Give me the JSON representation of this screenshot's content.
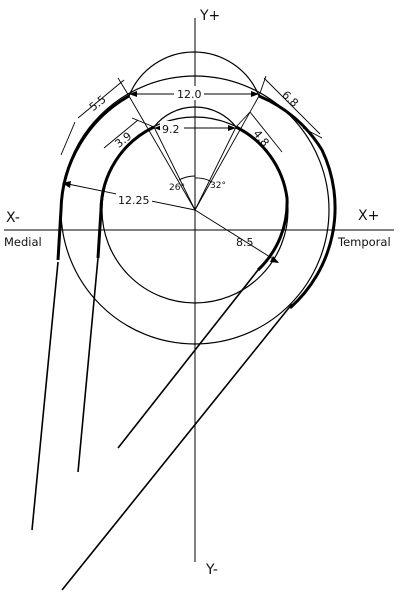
{
  "axes": {
    "y_plus": "Y+",
    "y_minus": "Y-",
    "x_minus": "X-",
    "x_plus": "X+",
    "medial": "Medial",
    "temporal": "Temporal"
  },
  "dimensions": {
    "outer_top_width": "12.0",
    "inner_top_width": "9.2",
    "left_outer_offset": "5.5",
    "left_inner_offset": "3.9",
    "right_outer_offset": "6.8",
    "right_inner_offset": "4.8",
    "outer_radius": "12.25",
    "inner_radius": "8.5"
  },
  "angles": {
    "left_angle": "26°",
    "right_angle": "32°"
  }
}
